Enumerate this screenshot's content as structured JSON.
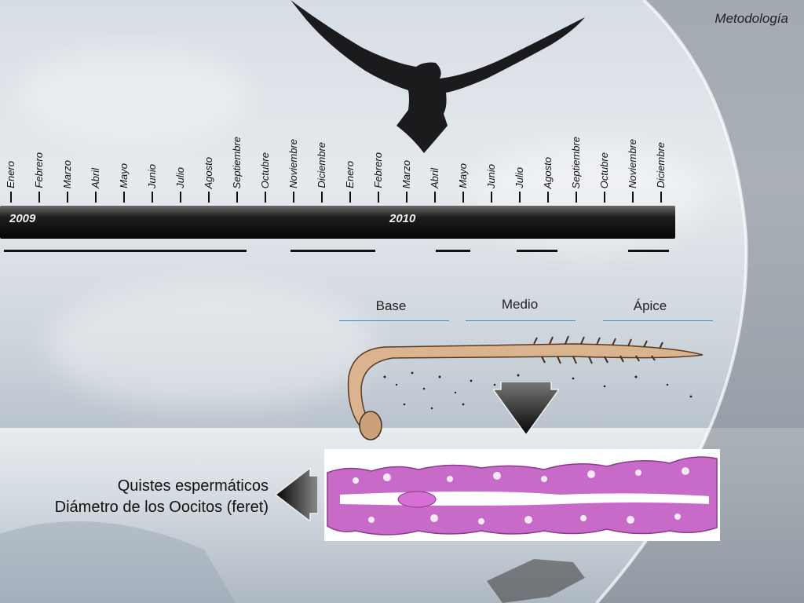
{
  "slide": {
    "title": "Metodología"
  },
  "timeline": {
    "months": [
      "Enero",
      "Febrero",
      "Marzo",
      "Abril",
      "Mayo",
      "Junio",
      "Julio",
      "Agosto",
      "Septiembre",
      "Octubre",
      "Noviembre",
      "Diciembre",
      "Enero",
      "Febrero",
      "Marzo",
      "Abril",
      "Mayo",
      "Junio",
      "Julio",
      "Agosto",
      "Septiembre",
      "Octubre",
      "Noviembre",
      "Diciembre"
    ],
    "years": [
      "2009",
      "2010"
    ]
  },
  "sections": {
    "base": "Base",
    "medio": "Medio",
    "apice": "Ápice"
  },
  "caption": {
    "line1": "Quistes espermáticos",
    "line2": "Diámetro de los Oocitos (feret)"
  },
  "colors": {
    "accent_line": "#3b8fd4",
    "timeline_bar": "#050505",
    "tissue_stain": "#c86bc8"
  }
}
